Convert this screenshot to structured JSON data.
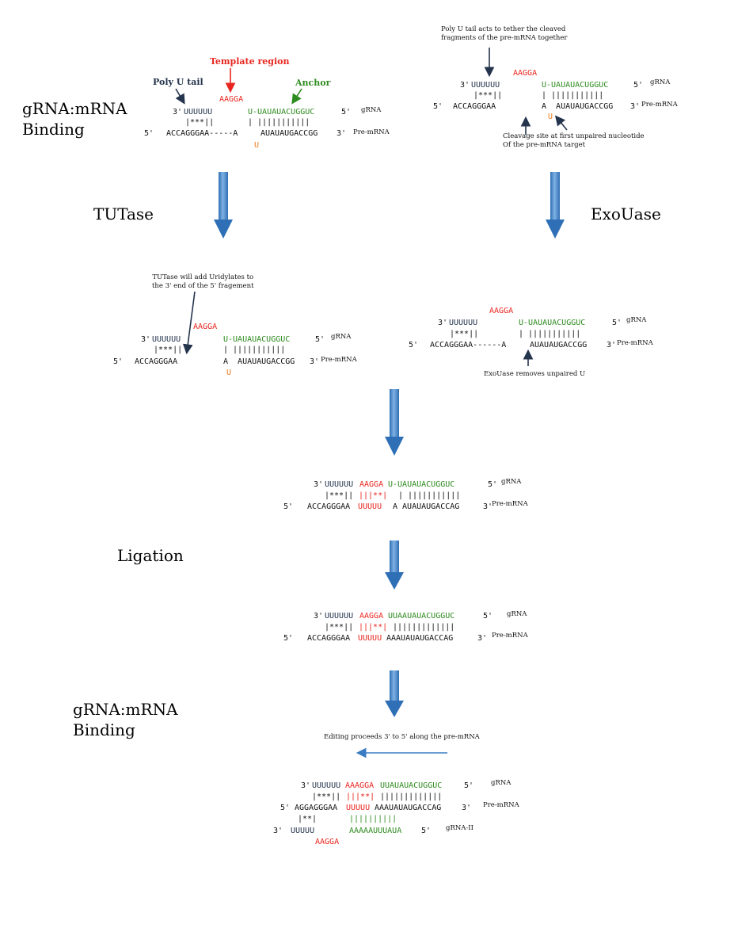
{
  "steps": {
    "binding1": "gRNA:mRNA\nBinding",
    "tutase": "TUTase",
    "exouase": "ExoUase",
    "ligation": "Ligation",
    "binding2": "gRNA:mRNA\nBinding"
  },
  "labels": {
    "poly_u_tail": "Poly U tail",
    "template_region": "Template region",
    "anchor": "Anchor",
    "grna": "gRNA",
    "pre_mrna": "Pre-mRNA",
    "grna_ii": "gRNA-II"
  },
  "notes": {
    "poly_u_tether": "Poly U tail acts to tether the cleaved\nfragments of the pre-mRNA together",
    "cleavage_site": "Cleavage site at first unpaired nucleotide\nOf the pre-mRNA target",
    "tutase_adds": "TUTase will add Uridylates to\nthe 3' end of the 5' fragement",
    "exouase_removes": "ExoUase removes unpaired U",
    "editing_direction": "Editing proceeds 3' to 5' along the pre-mRNA"
  },
  "ends": {
    "three": "3'",
    "five": "5'"
  },
  "seq": {
    "polyU6": "UUUUUU",
    "polyU5": "UUUUU",
    "aagga": "AAGGA",
    "aaagga": "AAAGGA",
    "anchor": "U-UAUAUACUGGUC",
    "anchor_lig": "UUAAUAUACUGGUC",
    "anchor_final": "UUAUAUACUGGUC",
    "mrna5": "ACCAGGGAA",
    "mrna5_dash": "ACCAGGGAA-----A",
    "mrna5_dash6": "ACCAGGGAA------A",
    "mrna5_final": "AGGAGGGAA",
    "mrna3": "AUAUAUGACCGG",
    "mrna3b": "A  AUAUAUGACCGG",
    "mrna3c": "A AUAUAUGACCAG",
    "mrna3_lig": "AAAUAUAUGACCAG",
    "mrna3_final": "AAAUAUAUGACCAG",
    "a_single": "A",
    "u_single": "U",
    "bp_left": "|***||",
    "bp_right": "| |||||||||||",
    "bp_red": "|||**|",
    "bp_green_lig": "|||||||||||||",
    "bp_grna2_left": "|**|",
    "bp_grna2_right": "||||||||||",
    "grna2_seq": "AAAAAUUUAUA",
    "edit_u": "UUUUU"
  }
}
